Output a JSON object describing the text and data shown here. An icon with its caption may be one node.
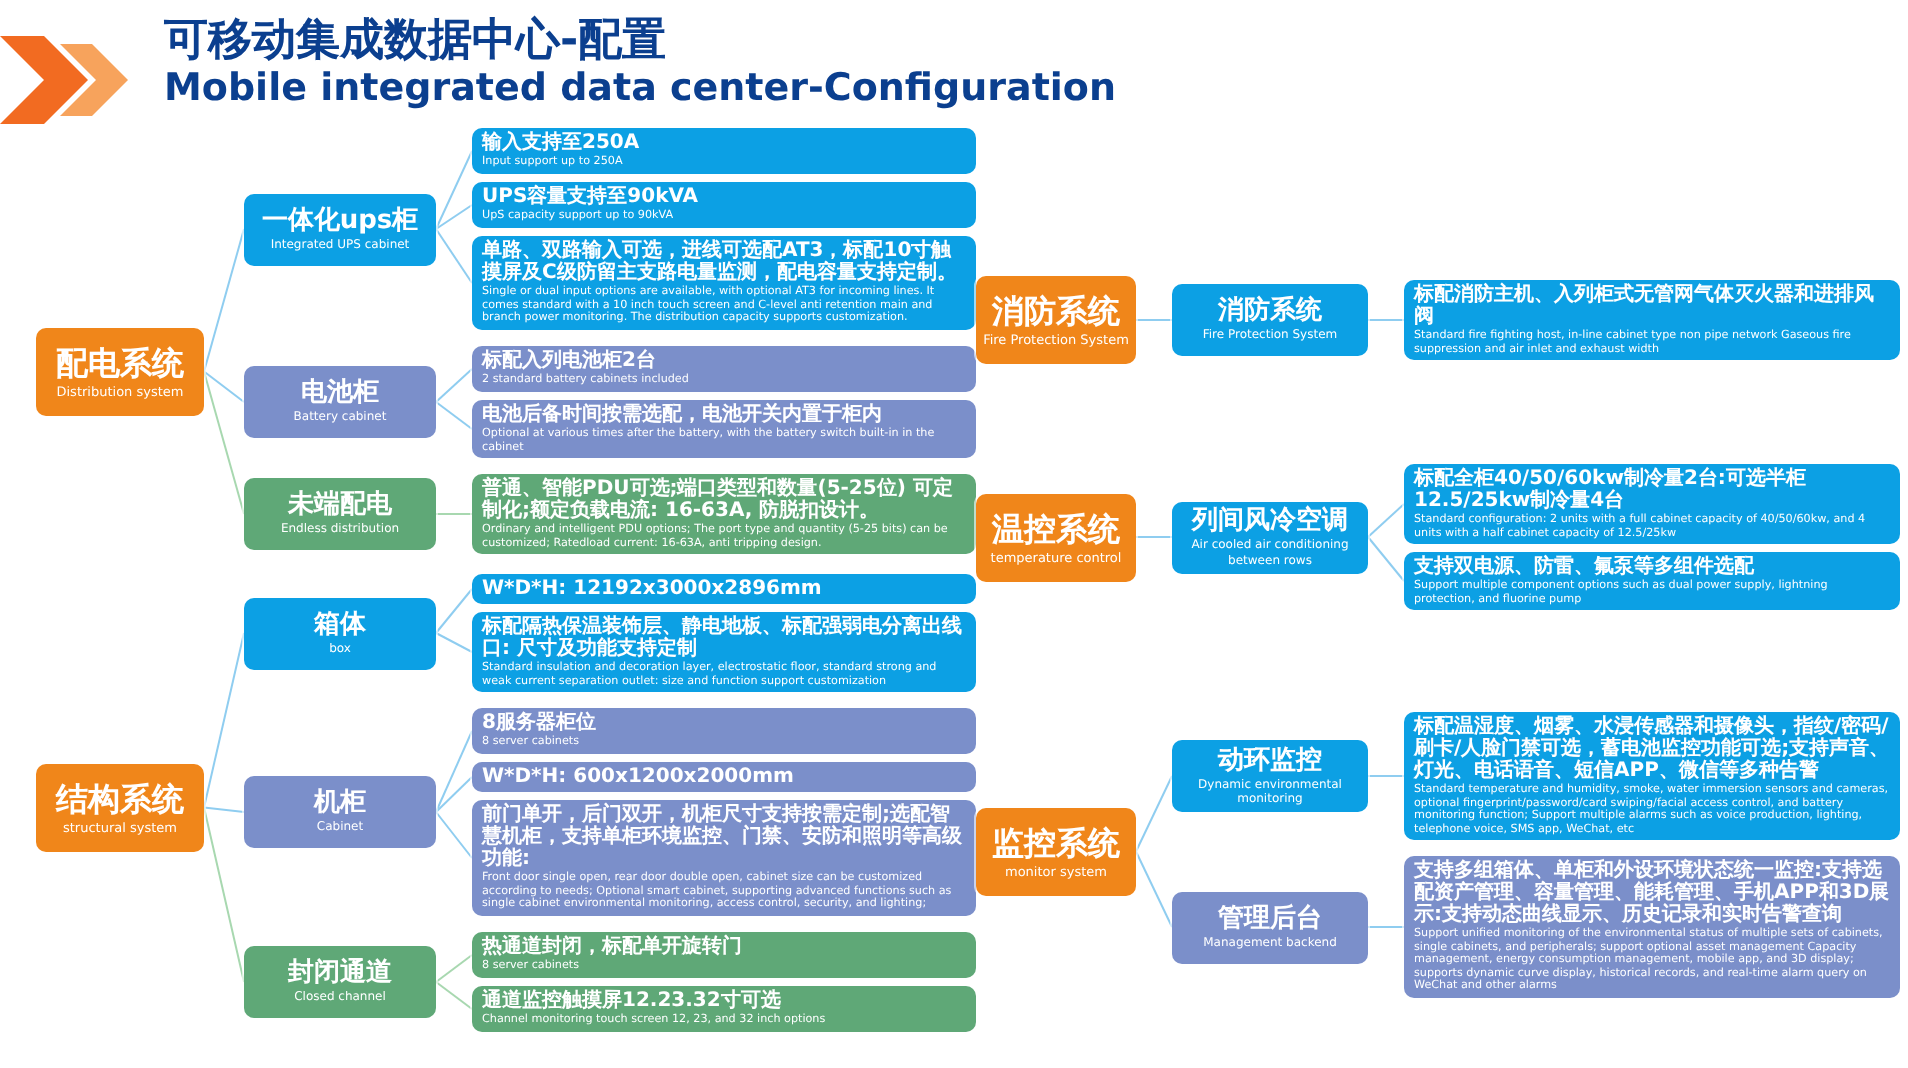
{
  "diagram": {
    "title": "可移动集成数据中心-配置",
    "caption": "Mobile integrated data center-Configuration",
    "nodes": [
      {
        "text": [
          "配电系统",
          "Distribution system"
        ]
      },
      {
        "text": [
          "一体化ups柜",
          "Integrated UPS cabinet"
        ]
      },
      {
        "text": [
          "输入支持至250A",
          "Input support up to 250A"
        ]
      },
      {
        "text": [
          "UPS容量支持至90kVA",
          "UpS capacity support up to 90kVA"
        ]
      },
      {
        "text": [
          "单路、双路输入可选，进线可选配AT3，标配10寸触摸屏及C级防留主支路电量监测，配电容量支持定制。",
          "Single or dual input options are available, with optional AT3 for incoming lines. It comes standard with a 10 inch touch screen and C-level anti retention main and branch power monitoring. The distribution capacity supports customization."
        ]
      },
      {
        "text": [
          "电池柜",
          "Battery cabinet"
        ]
      },
      {
        "text": [
          "标配入列电池柜2台",
          "2 standard battery cabinets included"
        ]
      },
      {
        "text": [
          "电池后备时间按需选配，电池开关内置于柜内",
          "Optional at various times after the battery, with the battery switch built-in in the cabinet"
        ]
      },
      {
        "text": [
          "未端配电",
          "Endless distribution"
        ]
      },
      {
        "text": [
          "普通、智能PDU可选;端口类型和数量(5-25位) 可定制化;额定负载电流: 16-63A, 防脱扣设计。",
          "Ordinary and intelligent PDU options; The port type and quantity (5-25 bits) can be customized; Ratedload current: 16-63A, anti tripping design."
        ]
      },
      {
        "text": [
          "结构系统",
          "structural system"
        ]
      },
      {
        "text": [
          "箱体",
          "box"
        ]
      },
      {
        "text": [
          "W*D*H: 12192x3000x2896mm"
        ]
      },
      {
        "text": [
          "标配隔热保温装饰层、静电地板、标配强弱电分离出线口: 尺寸及功能支持定制",
          "Standard insulation and decoration layer, electrostatic floor, standard strong and weak current separation outlet: size and function support customization"
        ]
      },
      {
        "text": [
          "机柜",
          "Cabinet"
        ]
      },
      {
        "text": [
          "8服务器柜位",
          "8 server cabinets"
        ]
      },
      {
        "text": [
          "W*D*H: 600x1200x2000mm"
        ]
      },
      {
        "text": [
          "前门单开，后门双开，机柜尺寸支持按需定制;选配智慧机柜，支持单柜环境监控、门禁、安防和照明等高级功能:",
          "Front door single open, rear door double open, cabinet size can be customized according to needs; Optional smart cabinet, supporting advanced functions such as single cabinet environmental monitoring, access control, security, and lighting;"
        ]
      },
      {
        "text": [
          "封闭通道",
          "Closed channel"
        ]
      },
      {
        "text": [
          "热通道封闭，标配单开旋转门",
          "8 server cabinets"
        ]
      },
      {
        "text": [
          "通道监控触摸屏12.23.32寸可选",
          "Channel monitoring touch screen 12, 23, and 32 inch options"
        ]
      },
      {
        "text": [
          "消防系统",
          "Fire Protection System"
        ]
      },
      {
        "text": [
          "消防系统",
          "Fire Protection System"
        ]
      },
      {
        "text": [
          "标配消防主机、入列柜式无管网气体灭火器和进排风阀",
          "Standard fire fighting host, in-line cabinet type non pipe network Gaseous fire suppression and air inlet and exhaust width"
        ]
      },
      {
        "text": [
          "温控系统",
          "temperature control"
        ]
      },
      {
        "text": [
          "列间风冷空调",
          "Air cooled air conditioning between rows"
        ]
      },
      {
        "text": [
          "标配全柜40/50/60kw制冷量2台:可选半柜12.5/25kw制冷量4台",
          "Standard configuration: 2 units with a full cabinet capacity of 40/50/60kw, and 4 units with a half cabinet capacity of 12.5/25kw"
        ]
      },
      {
        "text": [
          "支持双电源、防雷、氟泵等多组件选配",
          "Support multiple component options such as dual power supply, lightning protection, and fluorine pump"
        ]
      },
      {
        "text": [
          "监控系统",
          "monitor system"
        ]
      },
      {
        "text": [
          "动环监控",
          "Dynamic environmental monitoring"
        ]
      },
      {
        "text": [
          "标配温湿度、烟雾、水浸传感器和摄像头，指纹/密码/刷卡/人脸门禁可选，蓄电池监控功能可选;支持声音、灯光、电话语音、短信APP、微信等多种告警",
          "Standard temperature and humidity, smoke, water immersion sensors and cameras, optional fingerprint/password/card swiping/facial access control, and battery monitoring function; Support multiple alarms such as voice production, lighting, telephone voice, SMS app, WeChat, etc"
        ]
      },
      {
        "text": [
          "管理后台",
          "Management backend"
        ]
      },
      {
        "text": [
          "支持多组箱体、单柜和外设环境状态统一监控:支持选配资产管理、容量管理、能耗管理、手机APP和3D展示:支持动态曲线显示、历史记录和实时告警查询",
          "Support unified monitoring of the environmental status of multiple sets of cabinets, single cabinets, and peripherals; support optional asset management Capacity management, energy consumption management, mobile app, and 3D display; supports dynamic curve display, historical records, and real-time alarm query on WeChat and other alarms"
        ]
      }
    ],
    "edges": [
      {
        "from": 0,
        "to": 1,
        "arrow": "none"
      },
      {
        "from": 0,
        "to": 5,
        "arrow": "none"
      },
      {
        "from": 0,
        "to": 8,
        "arrow": "none",
        "color": "#a8d8b0"
      },
      {
        "from": 1,
        "to": 2,
        "arrow": "none"
      },
      {
        "from": 1,
        "to": 3,
        "arrow": "none"
      },
      {
        "from": 1,
        "to": 4,
        "arrow": "none"
      },
      {
        "from": 5,
        "to": 6,
        "arrow": "none"
      },
      {
        "from": 5,
        "to": 7,
        "arrow": "none"
      },
      {
        "from": 8,
        "to": 9,
        "arrow": "none",
        "color": "#a8d8b0"
      },
      {
        "from": 10,
        "to": 11,
        "arrow": "none"
      },
      {
        "from": 10,
        "to": 14,
        "arrow": "none"
      },
      {
        "from": 10,
        "to": 18,
        "arrow": "none",
        "color": "#a8d8b0"
      },
      {
        "from": 11,
        "to": 12,
        "arrow": "none"
      },
      {
        "from": 11,
        "to": 13,
        "arrow": "none"
      },
      {
        "from": 14,
        "to": 15,
        "arrow": "none"
      },
      {
        "from": 14,
        "to": 16,
        "arrow": "none"
      },
      {
        "from": 14,
        "to": 17,
        "arrow": "none"
      },
      {
        "from": 18,
        "to": 19,
        "arrow": "none",
        "color": "#a8d8b0"
      },
      {
        "from": 18,
        "to": 20,
        "arrow": "none",
        "color": "#a8d8b0"
      },
      {
        "from": 21,
        "to": 22,
        "arrow": "none"
      },
      {
        "from": 22,
        "to": 23,
        "arrow": "none"
      },
      {
        "from": 24,
        "to": 25,
        "arrow": "none"
      },
      {
        "from": 25,
        "to": 26,
        "arrow": "none"
      },
      {
        "from": 25,
        "to": 27,
        "arrow": "none"
      },
      {
        "from": 28,
        "to": 29,
        "arrow": "none"
      },
      {
        "from": 28,
        "to": 31,
        "arrow": "none"
      },
      {
        "from": 29,
        "to": 30,
        "arrow": "none"
      },
      {
        "from": 31,
        "to": 32,
        "arrow": "none"
      }
    ]
  }
}
